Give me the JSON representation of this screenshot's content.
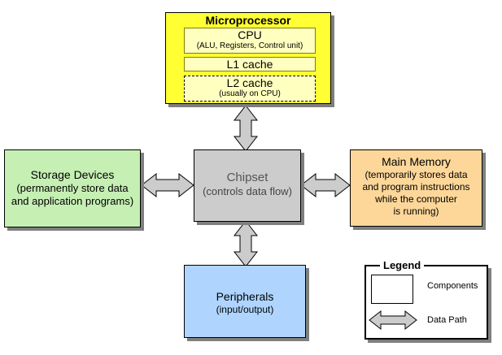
{
  "microprocessor": {
    "title": "Microprocessor",
    "cpu": {
      "label": "CPU",
      "detail": "(ALU, Registers, Control unit)"
    },
    "l1": {
      "label": "L1 cache"
    },
    "l2": {
      "label": "L2 cache",
      "detail": "(usually on CPU)"
    }
  },
  "chipset": {
    "label": "Chipset",
    "detail": "(controls data flow)"
  },
  "storage": {
    "label": "Storage Devices",
    "detail_lines": [
      "(permanently store data",
      "and application programs)"
    ]
  },
  "memory": {
    "label": "Main Memory",
    "detail_lines": [
      "(temporarily stores data",
      "and program instructions",
      "while the computer",
      "is running)"
    ]
  },
  "peripherals": {
    "label": "Peripherals",
    "detail": "(input/output)"
  },
  "legend": {
    "title": "Legend",
    "components": "Components",
    "data_path": "Data Path"
  },
  "colors": {
    "microprocessor": "#ffff33",
    "chipset": "#cccccc",
    "storage": "#c6efb4",
    "memory": "#fdd799",
    "peripherals": "#afd5ff",
    "arrow": "#cccccc"
  }
}
